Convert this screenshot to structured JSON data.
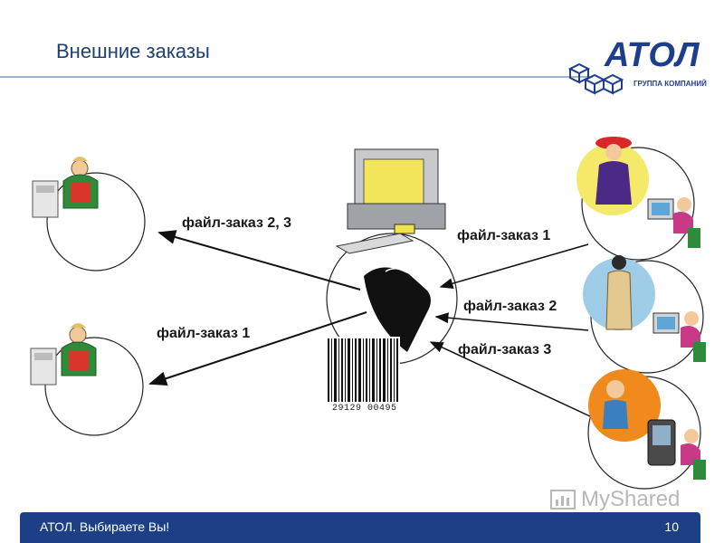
{
  "header": {
    "title": "Внешние заказы",
    "logo_text": "АТОЛ",
    "logo_subtitle": "ГРУППА КОМПАНИЙ"
  },
  "diagram": {
    "labels": {
      "out_top": "файл-заказ 2, 3",
      "out_bottom": "файл-заказ 1",
      "in_1": "файл-заказ 1",
      "in_2": "файл-заказ 2",
      "in_3": "файл-заказ 3"
    },
    "barcode_number": "29129 00495"
  },
  "watermark": "MyShared",
  "footer": {
    "text": "АТОЛ. Выбираете Вы!",
    "page": "10"
  },
  "colors": {
    "title": "#1f3f6e",
    "brand": "#1d3d8f",
    "footer_bg": "#1c3f86"
  }
}
